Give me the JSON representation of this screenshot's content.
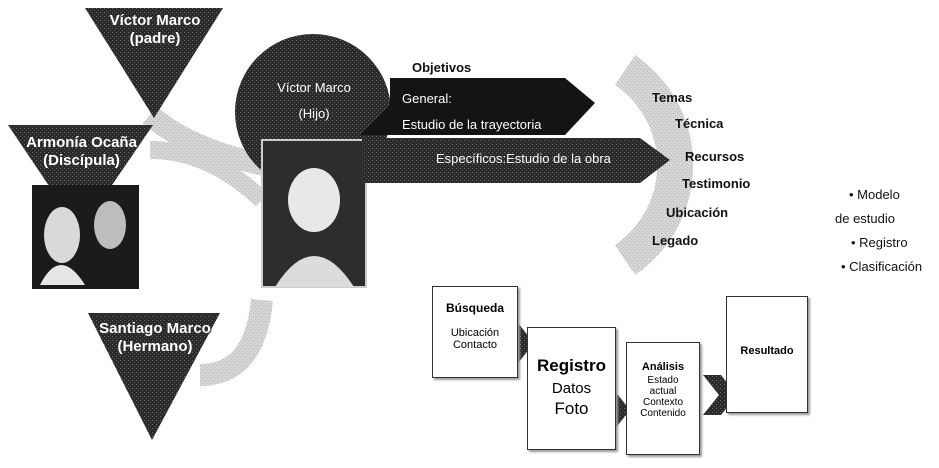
{
  "nodes": {
    "padre": {
      "name": "Víctor Marco",
      "role": "(padre)"
    },
    "discipula": {
      "name": "Armonía Ocaña",
      "role": "(Discípula)"
    },
    "hermano": {
      "name": "Santiago Marco",
      "role": "(Hermano)"
    },
    "hijo": {
      "name": "Víctor Marco",
      "role": "(Hijo)"
    }
  },
  "objetivos": {
    "title": "Objetivos",
    "general_label": "General:",
    "general_text": "Estudio de la trayectoria",
    "especificos_text": "Específicos:Estudio de la obra"
  },
  "topics": [
    "Temas",
    "Técnica",
    "Recursos",
    "Testimonio",
    "Ubicación",
    "Legado"
  ],
  "side_list": [
    "•  Modelo",
    "de estudio",
    "•  Registro",
    "•  Clasificación"
  ],
  "process": {
    "busqueda": {
      "title": "Búsqueda",
      "lines": [
        "Ubicación",
        "Contacto"
      ]
    },
    "registro": {
      "title": "Registro",
      "lines": [
        "Datos",
        "Foto"
      ]
    },
    "analisis": {
      "title": "Análisis",
      "lines": [
        "Estado",
        "actual",
        "Contexto",
        "Contenido"
      ]
    },
    "resultado": {
      "title": "Resultado"
    }
  },
  "colors": {
    "dark": "#141414",
    "arc": "#cfcfcf",
    "white": "#ffffff"
  }
}
